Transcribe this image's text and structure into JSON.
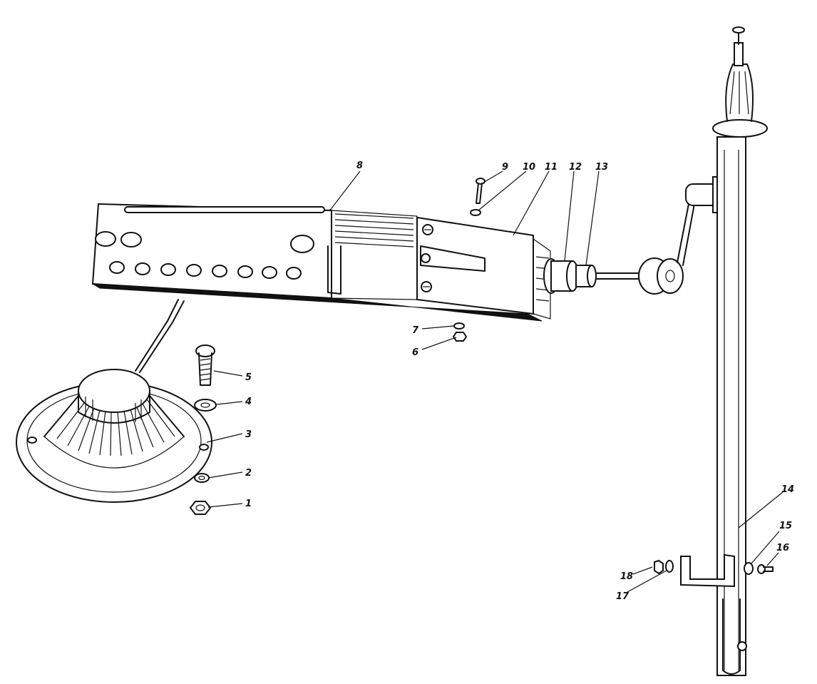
{
  "figure": {
    "callouts": [
      {
        "id": "1",
        "text": "1"
      },
      {
        "id": "2",
        "text": "2"
      },
      {
        "id": "3",
        "text": "3"
      },
      {
        "id": "4",
        "text": "4"
      },
      {
        "id": "5",
        "text": "5"
      },
      {
        "id": "6",
        "text": "6"
      },
      {
        "id": "7",
        "text": "7"
      },
      {
        "id": "8",
        "text": "8"
      },
      {
        "id": "9",
        "text": "9"
      },
      {
        "id": "10",
        "text": "10"
      },
      {
        "id": "11",
        "text": "11"
      },
      {
        "id": "12",
        "text": "12"
      },
      {
        "id": "13",
        "text": "13"
      },
      {
        "id": "14",
        "text": "14"
      },
      {
        "id": "15",
        "text": "15"
      },
      {
        "id": "16",
        "text": "16"
      },
      {
        "id": "17",
        "text": "17"
      },
      {
        "id": "18",
        "text": "18"
      }
    ],
    "colors": {
      "ink": "#111111",
      "paper": "#ffffff"
    }
  }
}
